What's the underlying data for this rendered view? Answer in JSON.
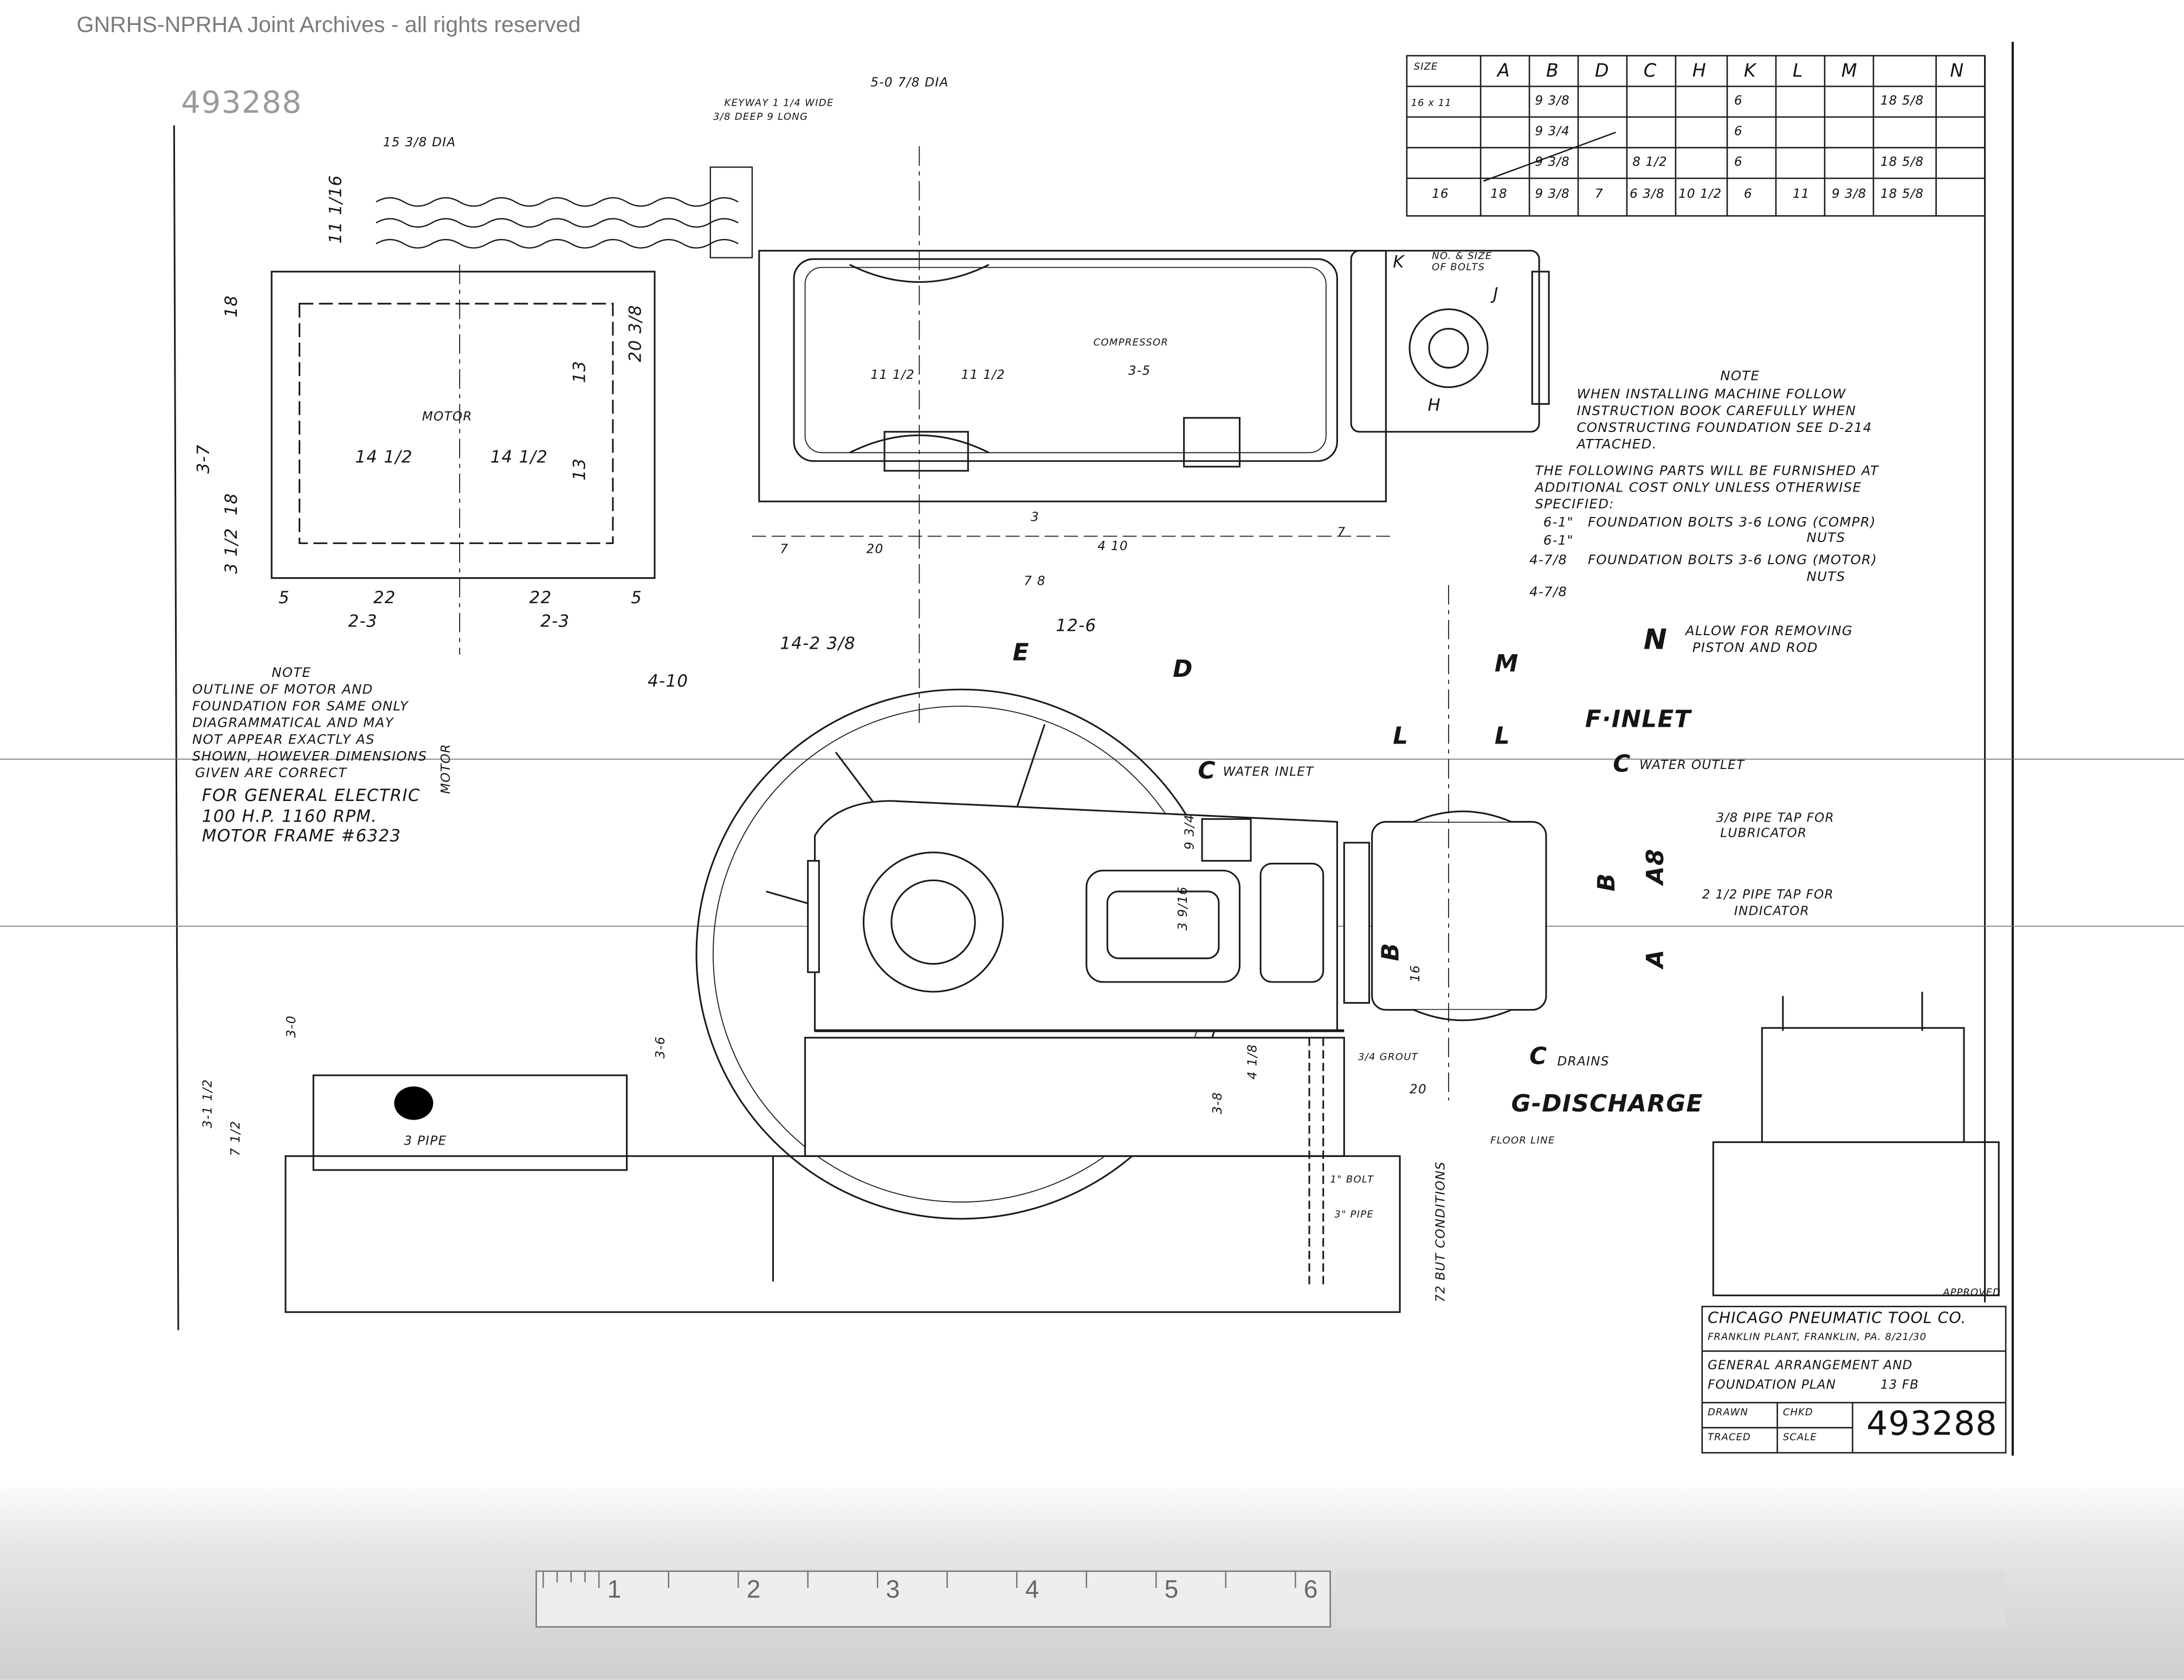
{
  "watermark": "GNRHS-NPRHA Joint Archives - all rights reserved",
  "drawing_number_top": "493288",
  "plan_view": {
    "flywheel_dia": "5-0 7/8 DIA",
    "keyway": [
      "KEYWAY 1 1/4 WIDE",
      "3/8 DEEP 9 LONG"
    ],
    "pulley_dia": "15 3/8 DIA",
    "motor_label": "MOTOR",
    "motor_dims": [
      "14 1/2",
      "14 1/2"
    ],
    "compressor_label": "COMPRESSOR",
    "compressor_dims": [
      "11 1/2",
      "11 1/2",
      "3-5"
    ],
    "cylinder_label": [
      "NO. & SIZE",
      "OF BOLTS"
    ],
    "cylinder_letters": [
      "K",
      "H",
      "J"
    ],
    "dims_bottom": [
      "5",
      "22",
      "2-3",
      "22",
      "2-3",
      "5",
      "20",
      "7",
      "3",
      "4 10",
      "7 8",
      "12-6",
      "14-2 3/8",
      "4-10",
      "7"
    ],
    "letters": [
      "E",
      "D",
      "M"
    ],
    "side_dims": [
      "18",
      "3-7",
      "18",
      "3 1/2",
      "11 1/16",
      "20 3/8",
      "13",
      "13"
    ]
  },
  "size_table": {
    "headers": [
      "SIZE",
      "A",
      "B",
      "D",
      "C",
      "H",
      "K",
      "L",
      "M",
      "N"
    ],
    "rows": [
      [
        "16 x 11",
        "",
        "",
        "",
        "",
        "",
        "",
        "",
        "",
        ""
      ],
      [
        "",
        "",
        "9 3/4",
        "",
        "",
        "",
        "6",
        "",
        "",
        ""
      ],
      [
        "",
        "",
        "9 3/8",
        "",
        "8 1/2",
        "",
        "6",
        "",
        "18 5/8",
        ""
      ],
      [
        "",
        "",
        "9 3/8",
        "",
        "",
        "",
        "6",
        "",
        "18 5/8",
        ""
      ],
      [
        "16",
        "18",
        "9 3/8",
        "7",
        "6 3/8",
        "10 1/2",
        "6",
        "11",
        "9 3/8",
        "18 5/8"
      ]
    ]
  },
  "notes_right": {
    "title": "NOTE",
    "lines": [
      "WHEN INSTALLING MACHINE FOLLOW",
      "INSTRUCTION BOOK CAREFULLY WHEN",
      "CONSTRUCTING FOUNDATION SEE D-214",
      "ATTACHED."
    ],
    "parts_intro": [
      "THE FOLLOWING PARTS WILL BE FURNISHED AT",
      "ADDITIONAL COST ONLY UNLESS OTHERWISE",
      "SPECIFIED:"
    ],
    "parts": [
      {
        "qty": "6-1\"",
        "desc": "FOUNDATION BOLTS 3-6 LONG (COMPR)"
      },
      {
        "qty": "6-1\"",
        "desc": "NUTS"
      },
      {
        "qty": "4-7/8",
        "desc": "FOUNDATION BOLTS 3-6 LONG (MOTOR)"
      },
      {
        "qty": "4-7/8",
        "desc": "NUTS"
      }
    ],
    "n_note": {
      "letter": "N",
      "text": [
        "ALLOW FOR REMOVING",
        "PISTON AND ROD"
      ]
    }
  },
  "notes_left": {
    "title": "NOTE",
    "lines": [
      "OUTLINE OF MOTOR AND",
      "FOUNDATION FOR SAME ONLY",
      "DIAGRAMMATICAL AND MAY",
      "NOT APPEAR EXACTLY AS",
      "SHOWN, HOWEVER DIMENSIONS",
      "GIVEN ARE CORRECT"
    ],
    "motor_spec": [
      "FOR GENERAL ELECTRIC",
      "100 H.P. 1160 RPM.",
      "MOTOR FRAME #6323"
    ],
    "motor_vertical": "MOTOR"
  },
  "elevation": {
    "f_inlet": "F·INLET",
    "water_inlet": {
      "letter": "C",
      "text": "WATER INLET"
    },
    "water_outlet": {
      "letter": "C",
      "text": "WATER OUTLET"
    },
    "l_dims": [
      "L",
      "L"
    ],
    "lubricator_tap": [
      "3/8 PIPE TAP FOR",
      "LUBRICATOR"
    ],
    "indicator_tap": [
      "2 1/2 PIPE TAP FOR",
      "INDICATOR"
    ],
    "drains": {
      "letter": "C",
      "text": "DRAINS"
    },
    "discharge": "G-DISCHARGE",
    "grout": "3/4 GROUT",
    "floor_line": "FLOOR LINE",
    "bolt": "1\" BOLT",
    "pipe": "3\" PIPE",
    "pipe_motor": "3 PIPE",
    "cyl_letters": [
      "B",
      "B",
      "A",
      "A8"
    ],
    "cyl_dims": [
      "16"
    ],
    "vertical_note": "72 BUT CONDITIONS",
    "side_dims": [
      "3-1 1/2",
      "7 1/2",
      "3-0",
      "3-6",
      "4 1/8",
      "3 9/16",
      "9 3/4",
      "3-8",
      "20"
    ]
  },
  "title_block": {
    "company": "CHICAGO PNEUMATIC TOOL CO.",
    "plant": "FRANKLIN PLANT, FRANKLIN, PA. 8/21/30",
    "title": [
      "GENERAL ARRANGEMENT AND",
      "FOUNDATION PLAN"
    ],
    "size": "13 FB",
    "drawn": "DRAWN",
    "checked": "CHKD",
    "traced": "TRACED",
    "scale": "SCALE",
    "number": "493288",
    "approved": "APPROVED"
  },
  "ruler": {
    "numbers": [
      "1",
      "2",
      "3",
      "4",
      "5",
      "6"
    ]
  }
}
